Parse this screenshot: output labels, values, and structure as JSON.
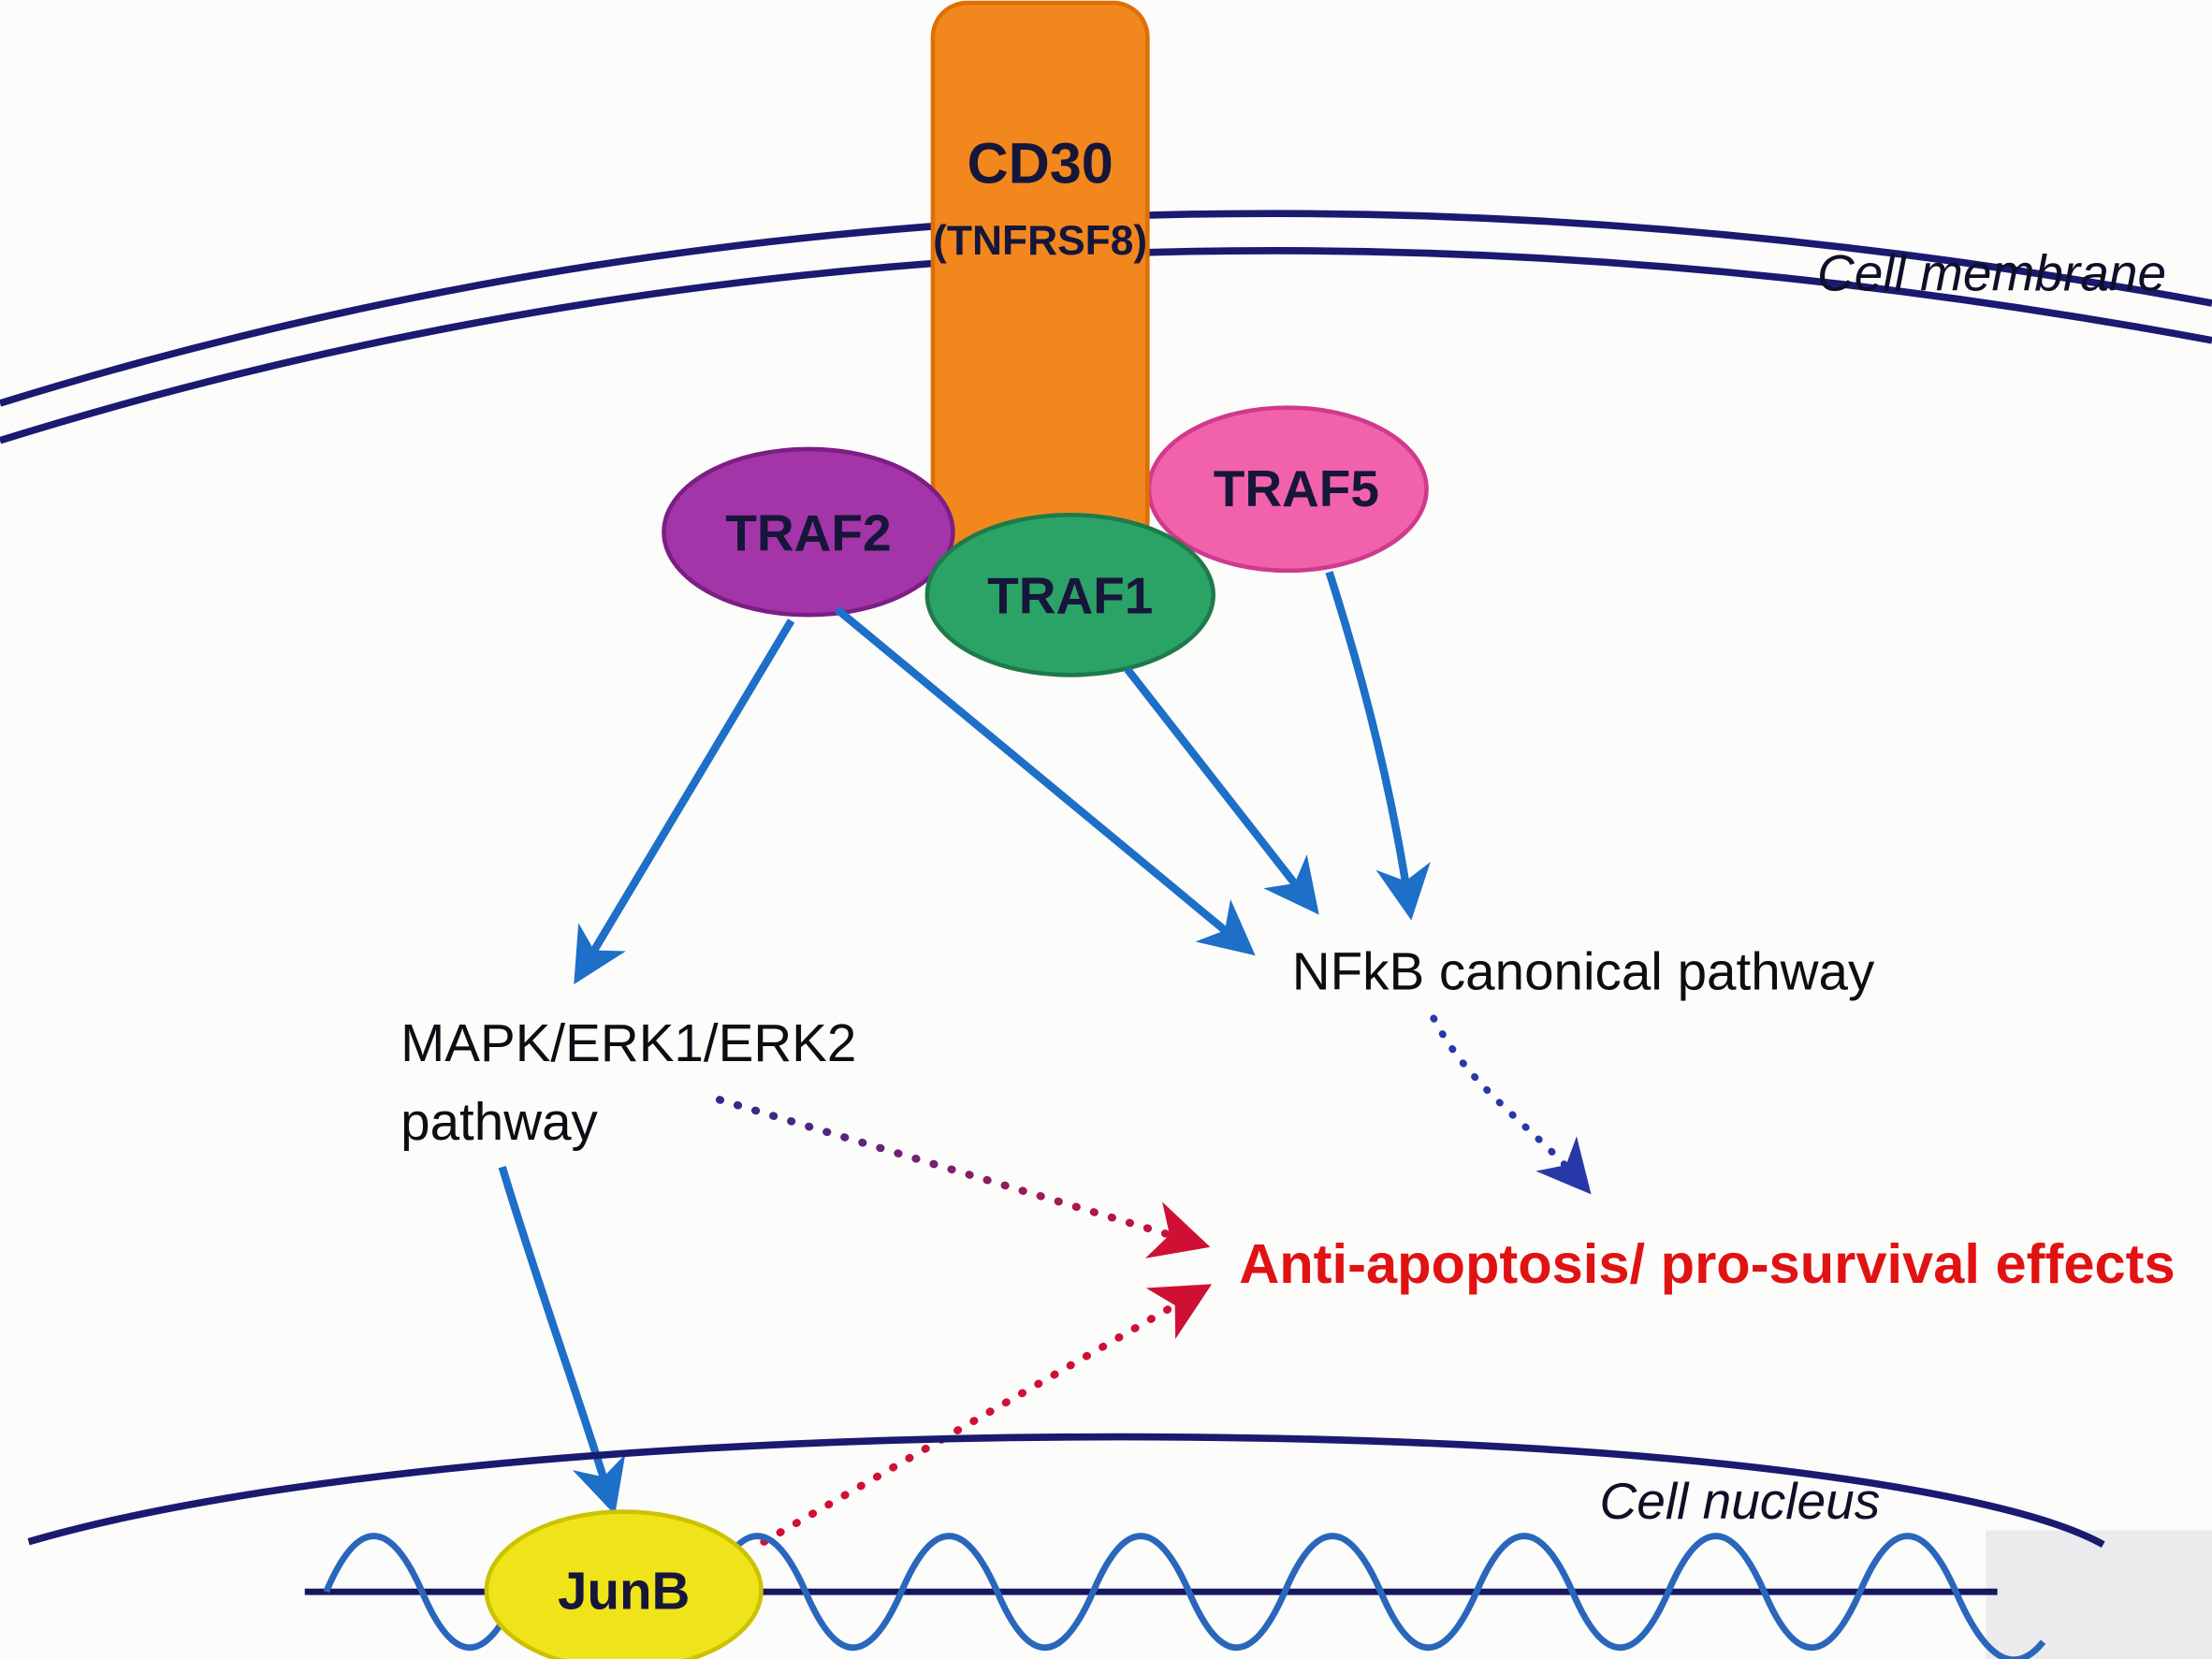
{
  "compartments": {
    "membrane_label": "Cell membrane",
    "nucleus_label": "Cell nucleus"
  },
  "nodes": {
    "cd30": {
      "label": "CD30",
      "sublabel": "(TNFRSF8)",
      "fill": "#F2871D"
    },
    "traf2": {
      "label": "TRAF2",
      "fill": "#A335A8"
    },
    "traf1": {
      "label": "TRAF1",
      "fill": "#2CA366"
    },
    "traf5": {
      "label": "TRAF5",
      "fill": "#F262AB"
    },
    "junb": {
      "label": "JunB",
      "fill": "#EFE41A"
    }
  },
  "pathways": {
    "nfkb": "NFkB canonical pathway",
    "mapk_line1": "MAPK/ERK1/ERK2",
    "mapk_line2": "pathway",
    "outcome": "Anti-apoptosis/ pro-survival effects"
  },
  "colors": {
    "membrane": "#1A1A70",
    "nucleus": "#1A1A70",
    "arrow_blue": "#1D6FC8",
    "arrow_navy_dotted": "#2838A8",
    "arrow_red_dotted": "#CE1035",
    "outcome_text": "#E01212",
    "dna_wave": "#2A66BC",
    "dna_line": "#17175F"
  }
}
